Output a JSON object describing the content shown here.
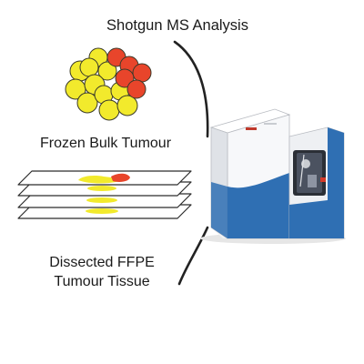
{
  "labels": {
    "analysis": "Shotgun MS Analysis",
    "frozen": "Frozen Bulk Tumour",
    "ffpe_line1": "Dissected FFPE",
    "ffpe_line2": "Tumour Tissue"
  },
  "colors": {
    "cell_yellow": "#f2ea2c",
    "cell_red": "#e8452b",
    "cell_stroke": "#3a3a2a",
    "slide_fill": "#ffffff",
    "slide_stroke": "#2c2c2c",
    "ms_body": "#f1f2f4",
    "ms_blue": "#2f6fb3",
    "connector": "#222222"
  }
}
